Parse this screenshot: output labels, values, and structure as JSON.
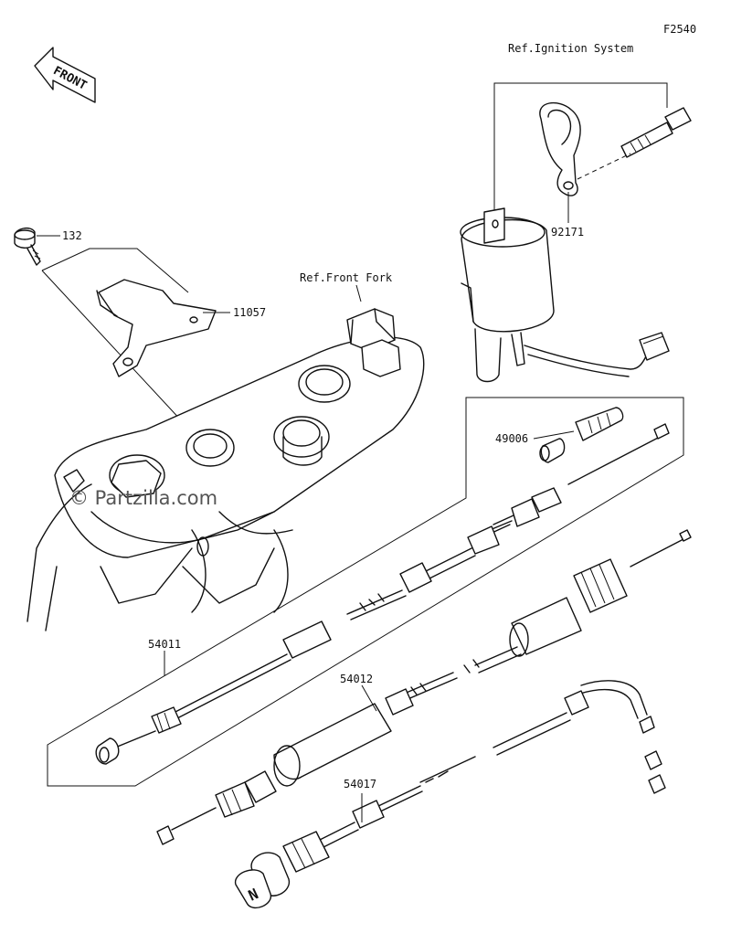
{
  "diagram_code": "F2540",
  "direction_marker": "FRONT",
  "watermark": "© Partzilla.com",
  "references": {
    "ignition": "Ref.Ignition System",
    "front_fork": "Ref.Front Fork"
  },
  "parts": {
    "bolt": "132",
    "bracket": "11057",
    "clamp": "92171",
    "boot": "49006",
    "throttle_cable_1": "54011",
    "throttle_cable_2": "54012",
    "choke_cable": "54017"
  }
}
